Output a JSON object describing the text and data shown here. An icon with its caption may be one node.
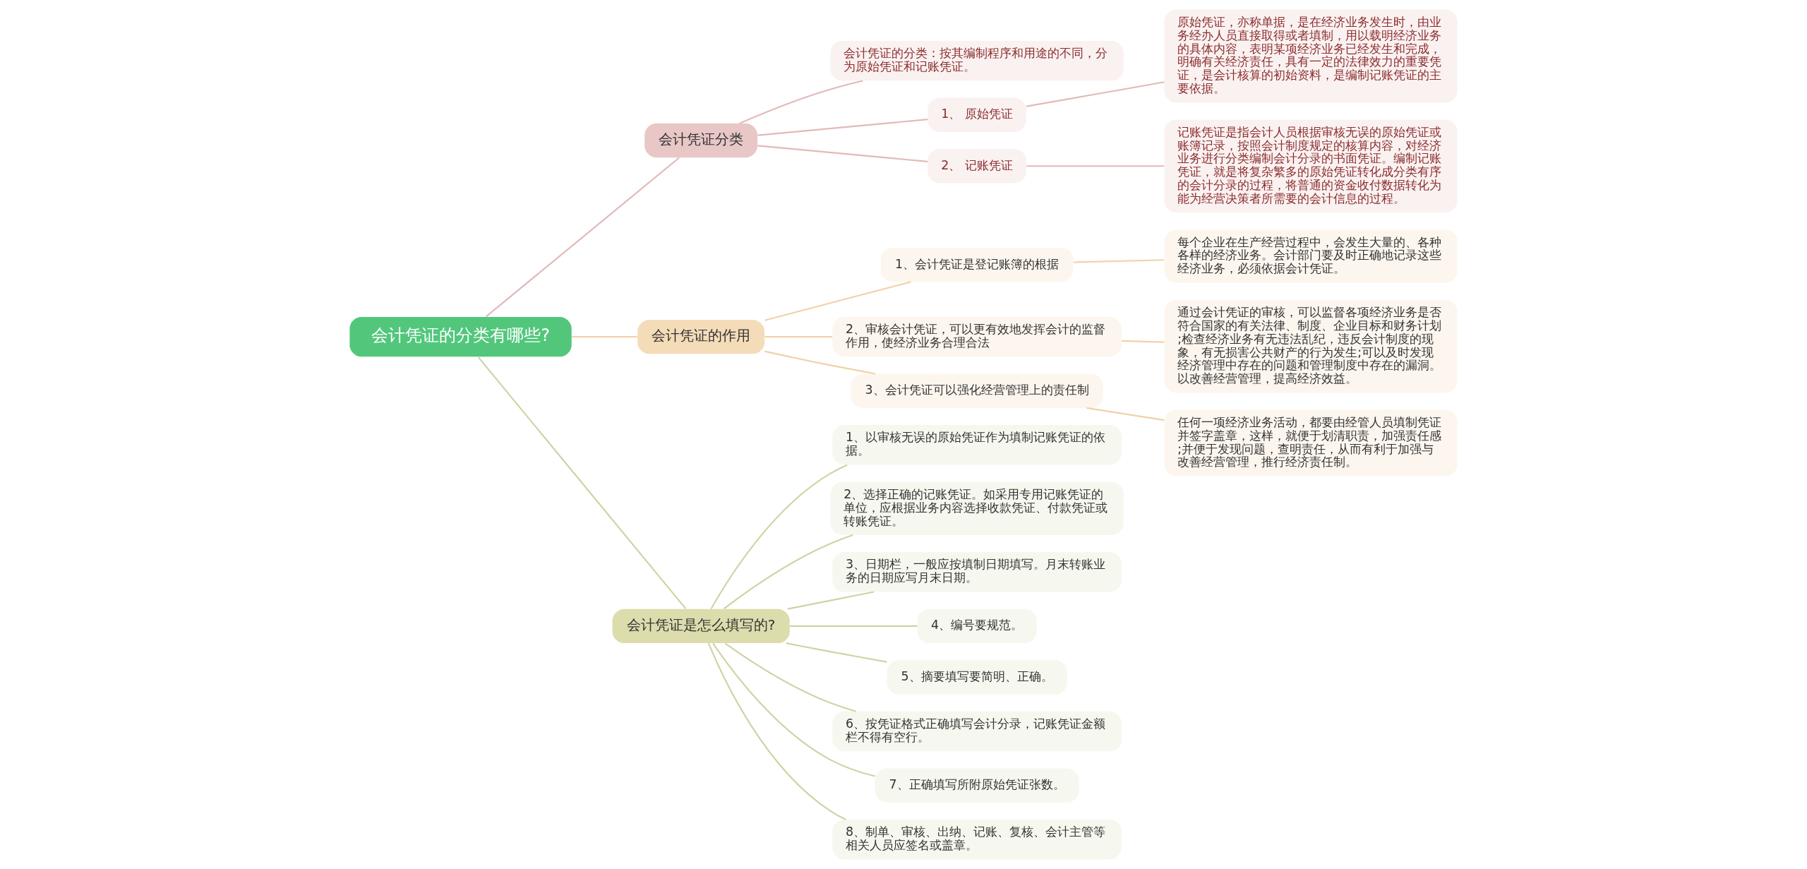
{
  "diagram": {
    "nodes": [
      {
        "text": [
          "会计凭证的分类有哪些?"
        ]
      },
      {
        "text": [
          "会计凭证分类"
        ]
      },
      {
        "text": [
          "会计凭证的分类：按其编制程序和用途的不同，分为原始凭证和记账凭证。"
        ]
      },
      {
        "text": [
          "1、 原始凭证"
        ]
      },
      {
        "text": [
          "原始凭证，亦称单据，是在经济业务发生时，由业务经办人员直接取得或者填制，用以载明经济业务的具体内容，表明某项经济业务已经发生和完成，明确有关经济责任，具有一定的法律效力的重要凭证，是会计核算的初始资料，是编制记账凭证的主要依据。"
        ]
      },
      {
        "text": [
          "2、 记账凭证"
        ]
      },
      {
        "text": [
          "记账凭证是指会计人员根据审核无误的原始凭证或账簿记录，按照会计制度规定的核算内容，对经济业务进行分类编制会计分录的书面凭证。编制记账凭证，就是将复杂繁多的原始凭证转化成分类有序的会计分录的过程，将普通的资金收付数据转化为能为经营决策者所需要的会计信息的过程。"
        ]
      },
      {
        "text": [
          "会计凭证的作用"
        ]
      },
      {
        "text": [
          "1、会计凭证是登记账簿的根据"
        ]
      },
      {
        "text": [
          "每个企业在生产经营过程中，会发生大量的、各种各样的经济业务。会计部门要及时正确地记录这些经济业务，必须依据会计凭证。"
        ]
      },
      {
        "text": [
          "2、审核会计凭证，可以更有效地发挥会计的监督作用，使经济业务合理合法"
        ]
      },
      {
        "text": [
          "通过会计凭证的审核，可以监督各项经济业务是否符合国家的有关法律、制度、企业目标和财务计划;检查经济业务有无违法乱纪，违反会计制度的现象，有无损害公共财产的行为发生;可以及时发现经济管理中存在的问题和管理制度中存在的漏洞。以改善经营管理，提高经济效益。"
        ]
      },
      {
        "text": [
          "3、会计凭证可以强化经营管理上的责任制"
        ]
      },
      {
        "text": [
          "任何一项经济业务活动，都要由经管人员填制凭证并签字盖章，这样，就便于划清职责，加强责任感;并便于发现问题，查明责任，从而有利于加强与改善经营管理，推行经济责任制。"
        ]
      },
      {
        "text": [
          "会计凭证是怎么填写的?"
        ]
      },
      {
        "text": [
          "1、以审核无误的原始凭证作为填制记账凭证的依据。"
        ]
      },
      {
        "text": [
          "2、选择正确的记账凭证。如采用专用记账凭证的单位，应根据业务内容选择收款凭证、付款凭证或转账凭证。"
        ]
      },
      {
        "text": [
          "3、日期栏，一般应按填制日期填写。月末转账业务的日期应写月末日期。"
        ]
      },
      {
        "text": [
          "4、编号要规范。"
        ]
      },
      {
        "text": [
          "5、摘要填写要简明、正确。"
        ]
      },
      {
        "text": [
          "6、按凭证格式正确填写会计分录，记账凭证金额栏不得有空行。"
        ]
      },
      {
        "text": [
          "7、正确填写所附原始凭证张数。"
        ]
      },
      {
        "text": [
          "8、制单、审核、出纳、记账、复核、会计主管等相关人员应签名或盖章。"
        ]
      }
    ],
    "edges": [
      {
        "from": 0,
        "to": 1,
        "arrow": "none",
        "color": "#e2b9b9"
      },
      {
        "from": 1,
        "to": 2,
        "arrow": "none",
        "color": "#e2b9b9"
      },
      {
        "from": 1,
        "to": 3,
        "arrow": "none",
        "color": "#e2b9b9"
      },
      {
        "from": 3,
        "to": 4,
        "arrow": "none",
        "color": "#e2b9b9"
      },
      {
        "from": 1,
        "to": 5,
        "arrow": "none",
        "color": "#e2b9b9"
      },
      {
        "from": 5,
        "to": 6,
        "arrow": "none",
        "color": "#e2b9b9"
      },
      {
        "from": 0,
        "to": 7,
        "arrow": "none",
        "color": "#f0d2a8"
      },
      {
        "from": 7,
        "to": 8,
        "arrow": "none",
        "color": "#f0d2a8"
      },
      {
        "from": 8,
        "to": 9,
        "arrow": "none",
        "color": "#f0d2a8"
      },
      {
        "from": 7,
        "to": 10,
        "arrow": "none",
        "color": "#f0d2a8"
      },
      {
        "from": 10,
        "to": 11,
        "arrow": "none",
        "color": "#f0d2a8"
      },
      {
        "from": 7,
        "to": 12,
        "arrow": "none",
        "color": "#f0d2a8"
      },
      {
        "from": 12,
        "to": 13,
        "arrow": "none",
        "color": "#f0d2a8"
      },
      {
        "from": 0,
        "to": 14,
        "arrow": "none"
      },
      {
        "from": 14,
        "to": 15,
        "arrow": "none"
      },
      {
        "from": 14,
        "to": 16,
        "arrow": "none"
      },
      {
        "from": 14,
        "to": 17,
        "arrow": "none"
      },
      {
        "from": 14,
        "to": 18,
        "arrow": "none"
      },
      {
        "from": 14,
        "to": 19,
        "arrow": "none"
      },
      {
        "from": 14,
        "to": 20,
        "arrow": "none"
      },
      {
        "from": 14,
        "to": 21,
        "arrow": "none"
      },
      {
        "from": 14,
        "to": 22,
        "arrow": "none"
      }
    ]
  }
}
